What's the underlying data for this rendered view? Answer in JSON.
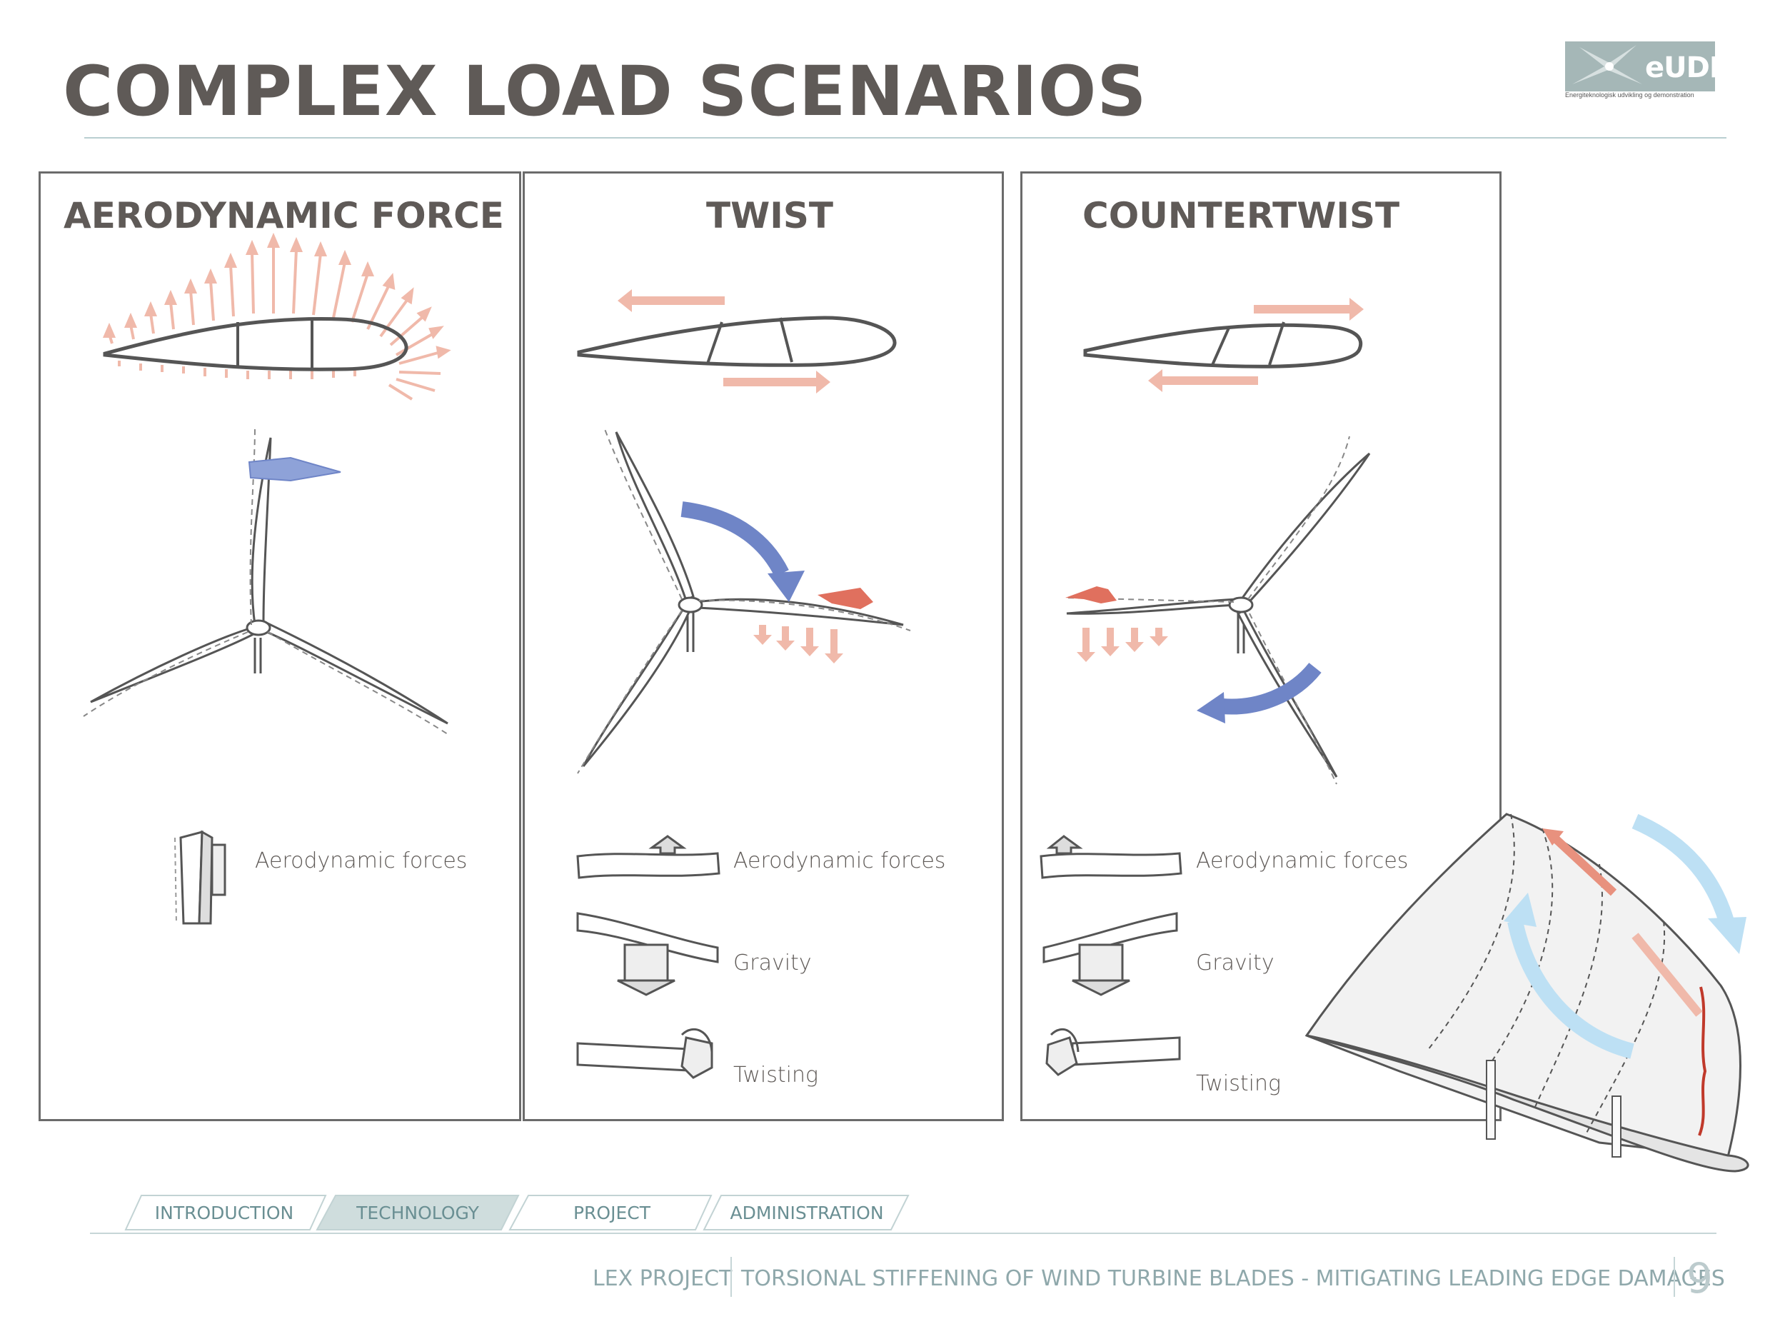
{
  "header": {
    "title": "COMPLEX LOAD SCENARIOS",
    "logo_text": "eUDP",
    "logo_subtitle": "Energiteknologisk udvikling og demonstration"
  },
  "panels": [
    {
      "title": "AERODYNAMIC FORCE",
      "legend": [
        "Aerodynamic forces"
      ]
    },
    {
      "title": "TWIST",
      "legend": [
        "Aerodynamic forces",
        "Gravity",
        "Twisting"
      ]
    },
    {
      "title": "COUNTERTWIST",
      "legend": [
        "Aerodynamic forces",
        "Gravity",
        "Twisting"
      ]
    }
  ],
  "nav": {
    "tabs": [
      "INTRODUCTION",
      "TECHNOLOGY",
      "PROJECT",
      "ADMINISTRATION"
    ],
    "active": "TECHNOLOGY"
  },
  "footer": {
    "project": "LEX PROJECT",
    "subtitle": "TORSIONAL STIFFENING OF WIND TURBINE BLADES - MITIGATING LEADING EDGE DAMAGES",
    "page_number": "9"
  },
  "colors": {
    "title": "#5f5a57",
    "panel_border": "#6b6b6b",
    "arrow_pink": "#f0b9aa",
    "arrow_red": "#e0705e",
    "arrow_blue": "#6f85c7",
    "arrow_light_blue": "#bde0f4",
    "nav_active_bg": "#cfdddd",
    "nav_text": "#6a8f93"
  }
}
